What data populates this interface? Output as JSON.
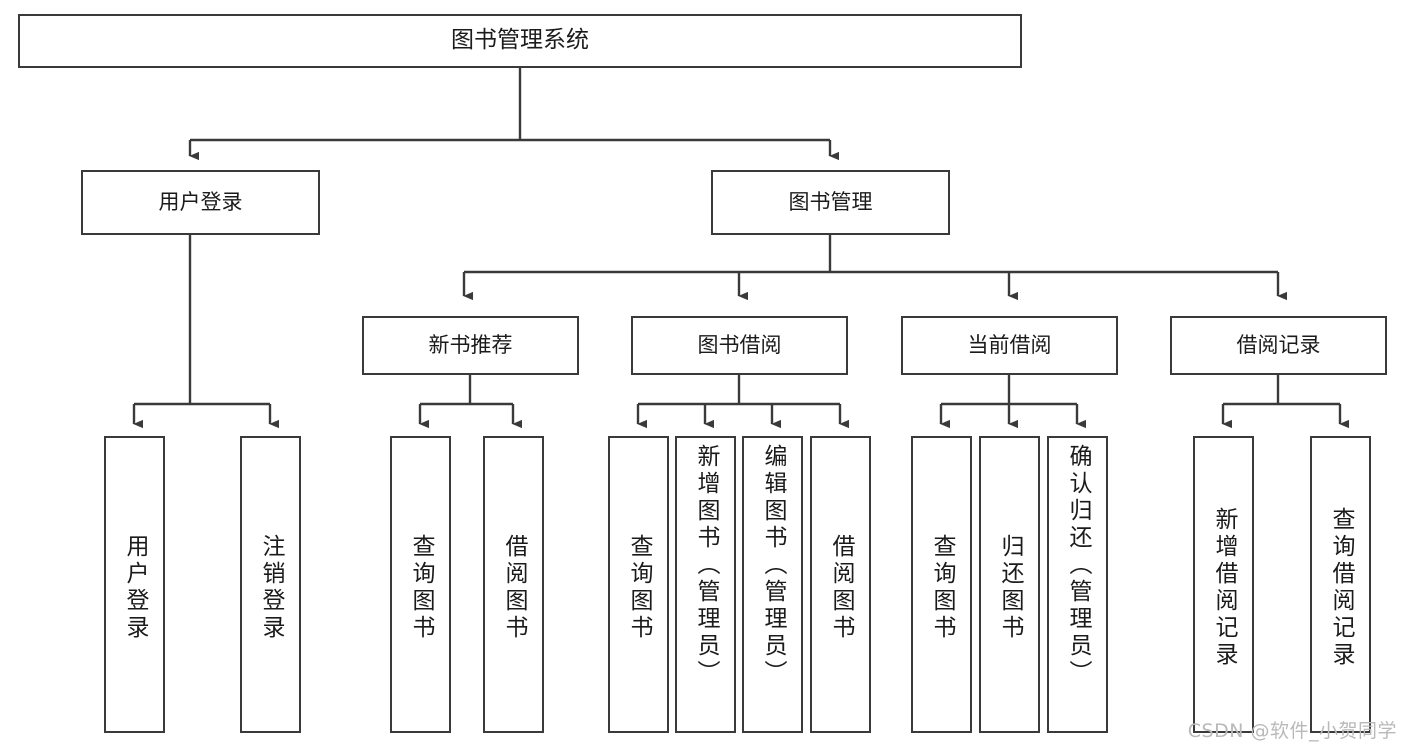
{
  "diagram": {
    "type": "tree-hierarchy",
    "title": "图书管理系统",
    "root": {
      "label": "图书管理系统"
    },
    "level1": [
      {
        "id": "user-login",
        "label": "用户登录"
      },
      {
        "id": "book-management",
        "label": "图书管理"
      }
    ],
    "level2": [
      {
        "id": "new-book-recommend",
        "label": "新书推荐",
        "parent": "book-management"
      },
      {
        "id": "book-borrow",
        "label": "图书借阅",
        "parent": "book-management"
      },
      {
        "id": "current-borrow",
        "label": "当前借阅",
        "parent": "book-management"
      },
      {
        "id": "borrow-record",
        "label": "借阅记录",
        "parent": "book-management"
      }
    ],
    "leaves": {
      "user-login": [
        {
          "id": "leaf-user-login",
          "label": "用户登录"
        },
        {
          "id": "leaf-logout-login",
          "label": "注销登录"
        }
      ],
      "new-book-recommend": [
        {
          "id": "leaf-query-book-1",
          "label": "查询图书"
        },
        {
          "id": "leaf-borrow-book-1",
          "label": "借阅图书"
        }
      ],
      "book-borrow": [
        {
          "id": "leaf-query-book-2",
          "label": "查询图书"
        },
        {
          "id": "leaf-add-book",
          "label": "新增图书（管理员）"
        },
        {
          "id": "leaf-edit-book",
          "label": "编辑图书（管理员）"
        },
        {
          "id": "leaf-borrow-book-2",
          "label": "借阅图书"
        }
      ],
      "current-borrow": [
        {
          "id": "leaf-query-book-3",
          "label": "查询图书"
        },
        {
          "id": "leaf-return-book",
          "label": "归还图书"
        },
        {
          "id": "leaf-confirm-return",
          "label": "确认归还（管理员）"
        }
      ],
      "borrow-record": [
        {
          "id": "leaf-add-record",
          "label": "新增借阅记录"
        },
        {
          "id": "leaf-query-record",
          "label": "查询借阅记录"
        }
      ]
    },
    "colors": {
      "stroke": "#3a3a3a",
      "text": "#1b1b1b",
      "background": "#ffffff",
      "watermark": "#b9b9b9"
    }
  },
  "watermark": {
    "text": "CSDN @软件_小贺同学"
  }
}
